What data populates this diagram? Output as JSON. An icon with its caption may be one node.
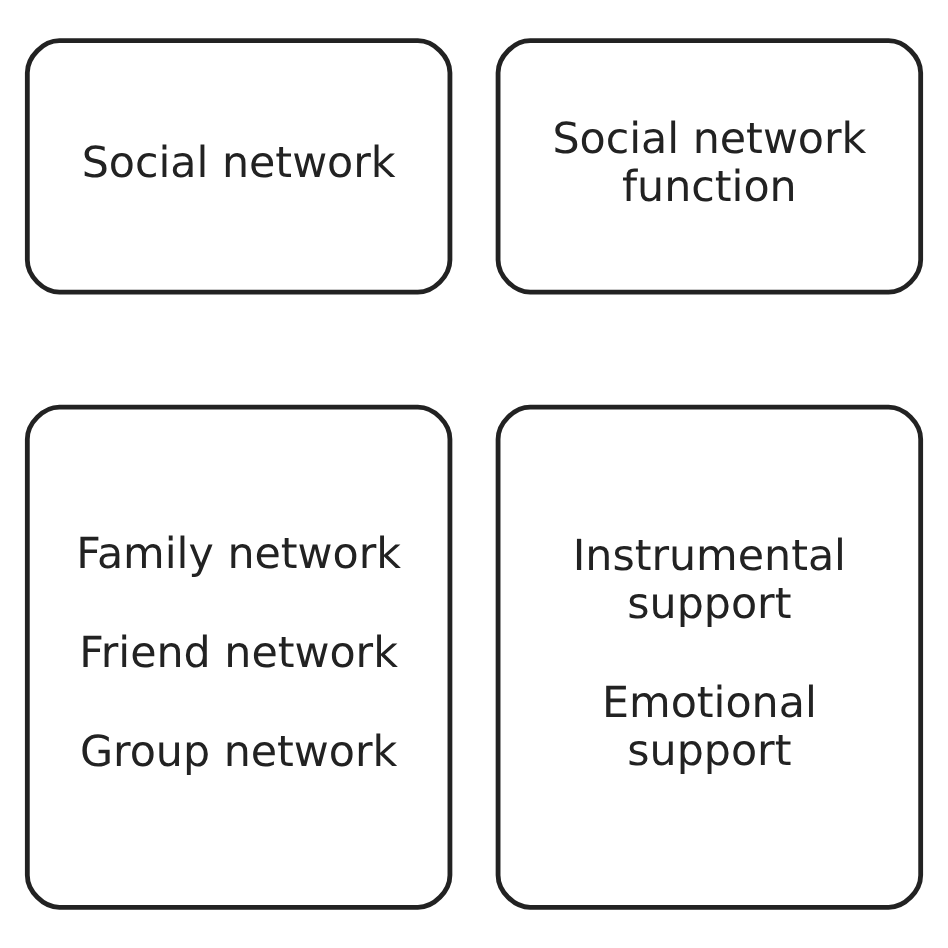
{
  "diagram": {
    "nodes": [
      {
        "text": [
          "Social network"
        ]
      },
      {
        "text": [
          "Social network function"
        ]
      },
      {
        "text": [
          "Family network",
          "Friend network",
          "Group network"
        ]
      },
      {
        "text": [
          "Instrumental support",
          "Emotional support"
        ]
      }
    ],
    "edges": []
  }
}
